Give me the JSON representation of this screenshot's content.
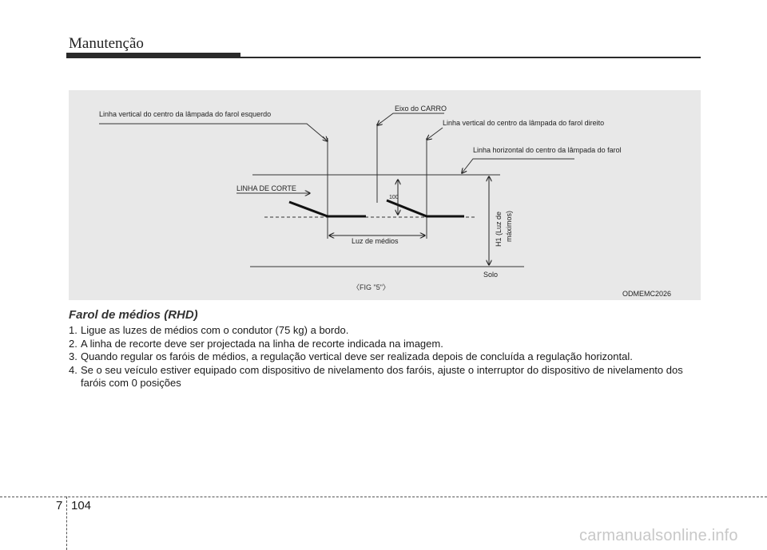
{
  "header": {
    "title": "Manutenção"
  },
  "figure": {
    "labels": {
      "left_vertical": "Linha vertical do centro da lâmpada do farol esquerdo",
      "car_axis": "Eixo do CARRO",
      "right_vertical": "Linha vertical do centro da lâmpada do farol direito",
      "horizontal": "Linha horizontal do centro da lâmpada do farol",
      "cutoff": "LINHA DE CORTE",
      "value_100": "100",
      "low_beam": "Luz de médios",
      "h1_line1": "H1 (Luz de",
      "h1_line2": "máximos)",
      "ground": "Solo",
      "fig_caption": "〈FIG \"5\"〉",
      "code": "ODMEMC2026"
    }
  },
  "section": {
    "heading": "Farol de médios (RHD)",
    "steps": [
      {
        "num": "1.",
        "text": "Ligue as luzes de médios com o condutor (75 kg) a bordo."
      },
      {
        "num": "2.",
        "text": "A linha de recorte deve ser projectada na linha de recorte indicada na imagem."
      },
      {
        "num": "3.",
        "text": "Quando regular os faróis de médios, a regulação vertical deve ser realizada depois de concluída a regulação horizontal."
      },
      {
        "num": "4.",
        "text": "Se o seu veículo estiver equipado com dispositivo de nivelamento dos faróis, ajuste o interruptor do dispositivo de nivelamento dos faróis com 0 posições"
      }
    ]
  },
  "footer": {
    "chapter": "7",
    "page": "104"
  },
  "watermark": "carmanualsonline.info"
}
